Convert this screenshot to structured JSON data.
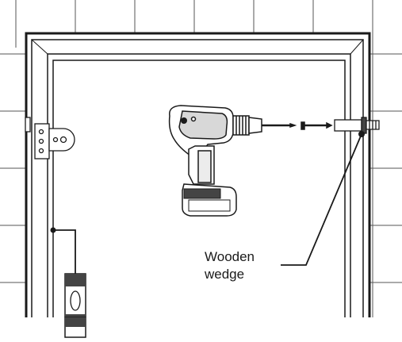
{
  "figure": {
    "callout": {
      "line1": "Wooden",
      "line2": "wedge"
    }
  },
  "parts": {
    "drill": "cordless-drill",
    "screw": "screw",
    "dowel": "wall-plug",
    "wedge": "wooden-wedge",
    "hinge": "door-hinge",
    "level": "spirit-level"
  },
  "colors": {
    "line": "#1a1a1a",
    "tile_line": "#555555",
    "background": "#ffffff"
  }
}
